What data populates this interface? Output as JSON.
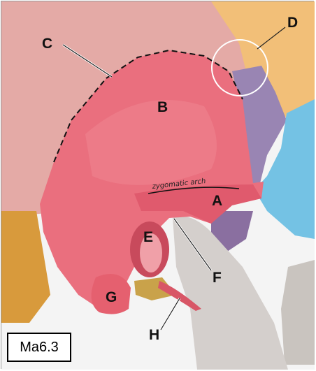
{
  "figure": {
    "labels": {
      "A": "A",
      "B": "B",
      "C": "C",
      "D": "D",
      "E": "E",
      "F": "F",
      "G": "G",
      "H": "H"
    },
    "annotation": "zygomatic arch",
    "figure_id": "Ma6.3",
    "colors": {
      "temporal_bone": "#ea6f7e",
      "parietal_bone": "#e4aaa6",
      "frontal_bone": "#f2bf78",
      "sphenoid_bone": "#9985b3",
      "zygomatic_bone": "#74c2e4",
      "mandible": "#d4cfcc",
      "occipital_bone": "#d89a3c"
    }
  }
}
